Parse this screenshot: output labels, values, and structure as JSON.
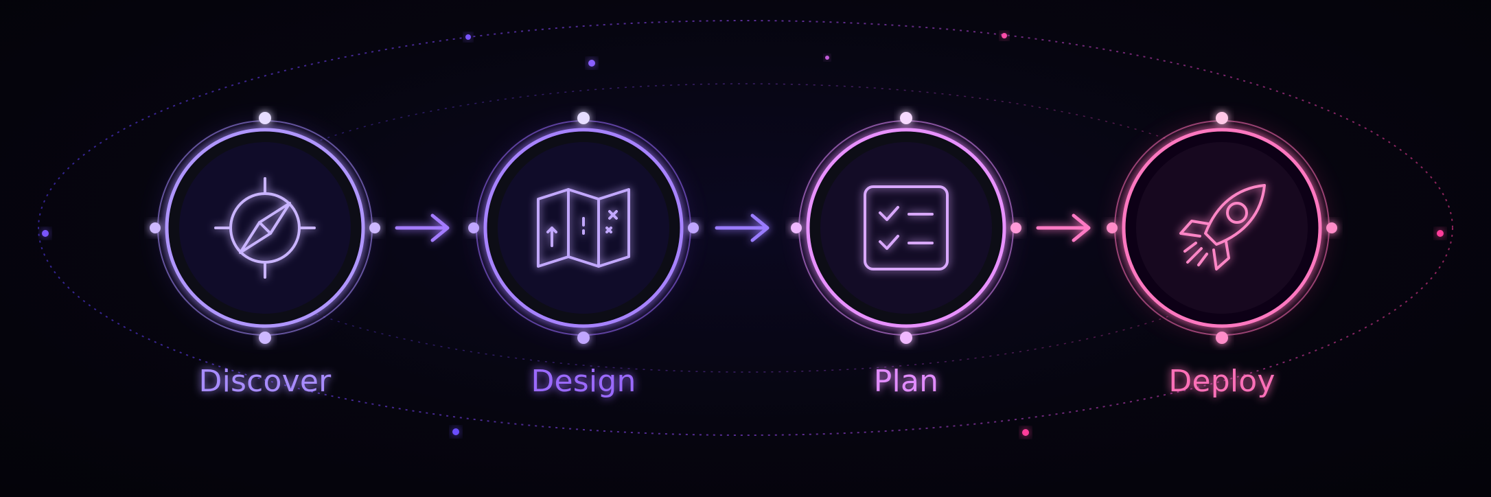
{
  "steps": [
    {
      "label": "Discover",
      "icon": "compass-icon",
      "color": "#a88cff",
      "glow": "#7b4dff"
    },
    {
      "label": "Design",
      "icon": "map-icon",
      "color": "#9b6bff",
      "glow": "#7a3ff0"
    },
    {
      "label": "Plan",
      "icon": "checklist-icon",
      "color": "#e28cff",
      "glow": "#c04de0"
    },
    {
      "label": "Deploy",
      "icon": "rocket-icon",
      "color": "#ff6fb8",
      "glow": "#ff3d9a"
    }
  ],
  "connectors": [
    {
      "from": "Discover",
      "to": "Design",
      "color": "#a47cff"
    },
    {
      "from": "Design",
      "to": "Plan",
      "color": "#9a7bff"
    },
    {
      "from": "Plan",
      "to": "Deploy",
      "color": "#ff7ac4"
    }
  ],
  "colors": {
    "background": "#05040d",
    "orbit_start": "#6b4dff",
    "orbit_end": "#ff3d9a"
  }
}
